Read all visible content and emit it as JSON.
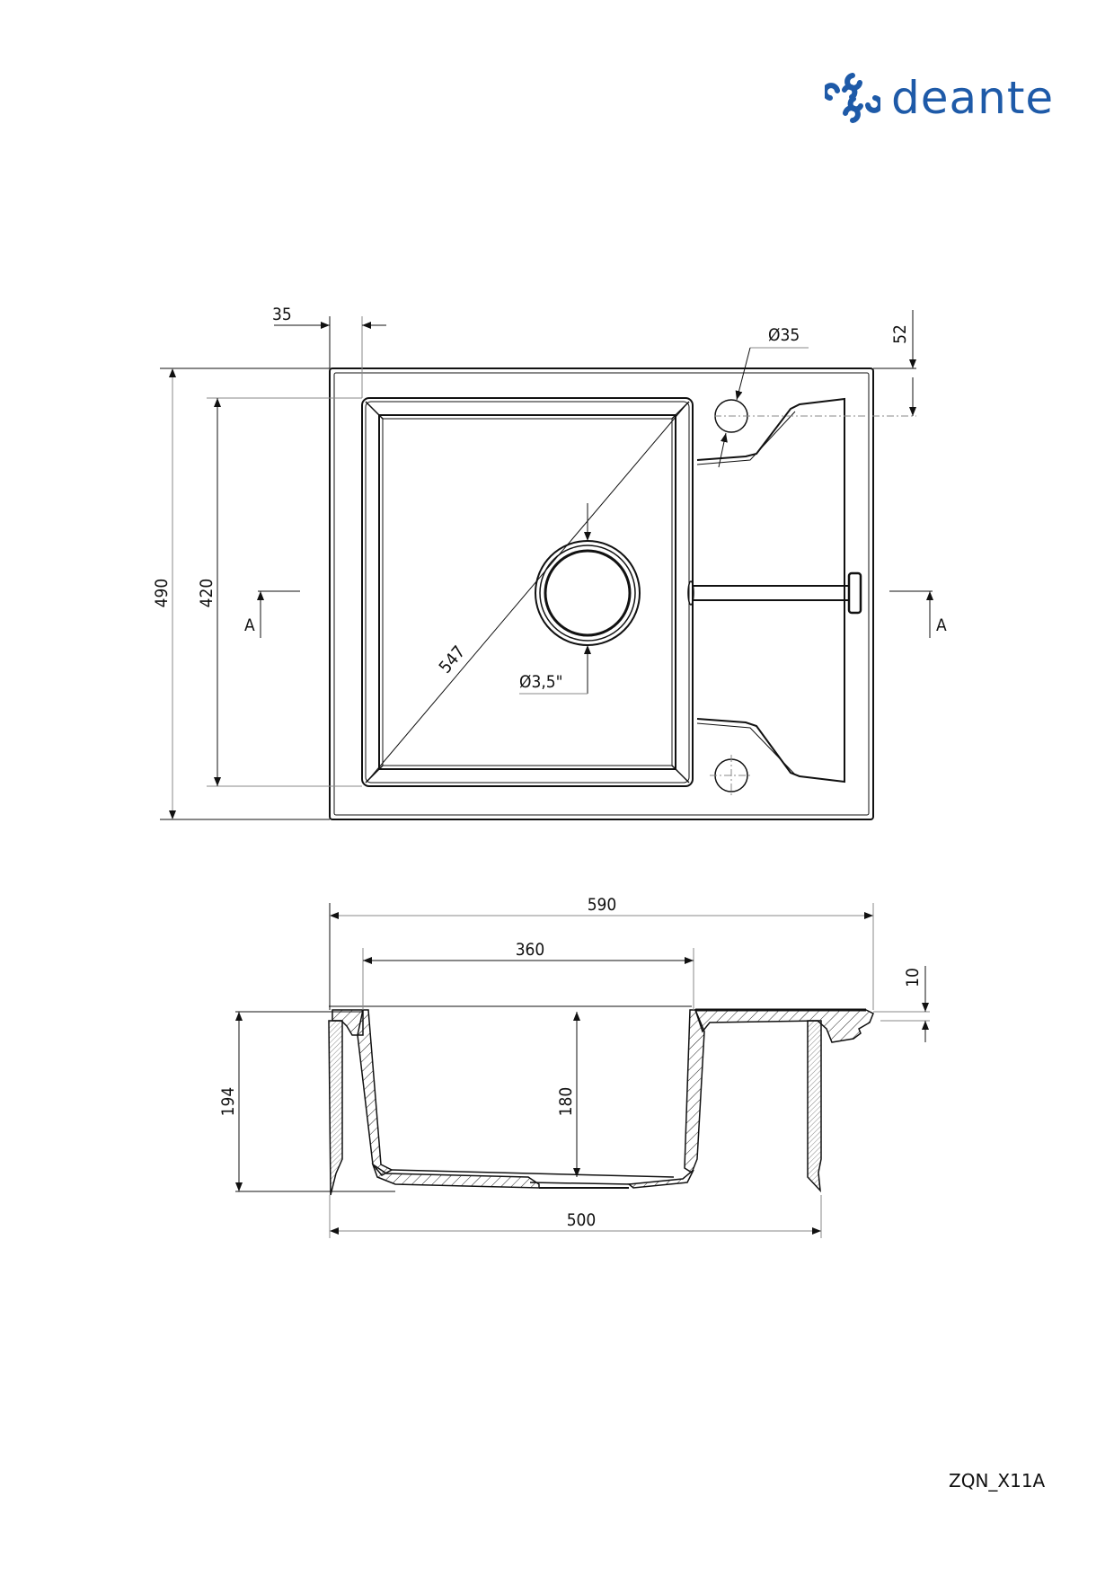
{
  "brand": {
    "name": "deante",
    "color": "#1e5aa8"
  },
  "product_code": "ZQN_X11A",
  "top_view": {
    "dimensions": {
      "offset_left": "35",
      "tap_hole_offset": "52",
      "tap_hole_diameter": "Ø35",
      "overall_depth": "490",
      "bowl_depth": "420",
      "bowl_diagonal": "547",
      "drain_diameter": "Ø3,5\""
    },
    "section_marker_left": "A",
    "section_marker_right": "A"
  },
  "section_view": {
    "dimensions": {
      "overall_width": "590",
      "bowl_width": "360",
      "rim_height": "10",
      "overall_height": "194",
      "bowl_height": "180",
      "cabinet_width": "500"
    }
  }
}
